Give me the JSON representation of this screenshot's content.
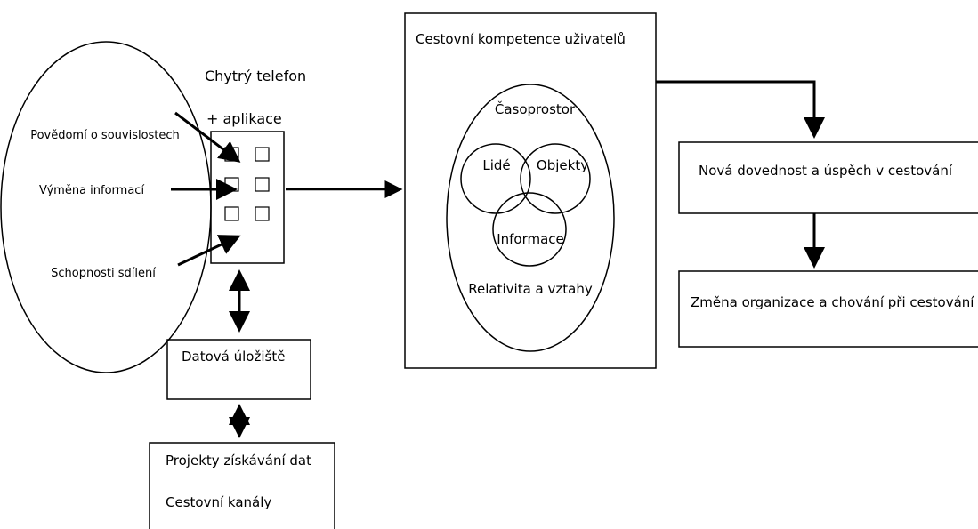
{
  "left_ellipse": {
    "item_1": "Povědomí o souvislostech",
    "item_2": "Výměna informací",
    "item_3": "Schopnosti sdílení"
  },
  "phone": {
    "title": "Chytrý telefon",
    "subtitle": "+ aplikace"
  },
  "data_store": {
    "label": "Datová úložiště"
  },
  "data_projects": {
    "line_1": "Projekty získávání dat",
    "line_2": "Cestovní kanály"
  },
  "competence": {
    "title": "Cestovní kompetence uživatelů",
    "time_space": "Časoprostor",
    "people": "Lidé",
    "objects": "Objekty",
    "information": "Informace",
    "relations": "Relativita a vztahy"
  },
  "skill": {
    "label": "Nová dovednost a úspěch v cestování"
  },
  "change": {
    "label": "Změna organizace a chování při cestování"
  }
}
